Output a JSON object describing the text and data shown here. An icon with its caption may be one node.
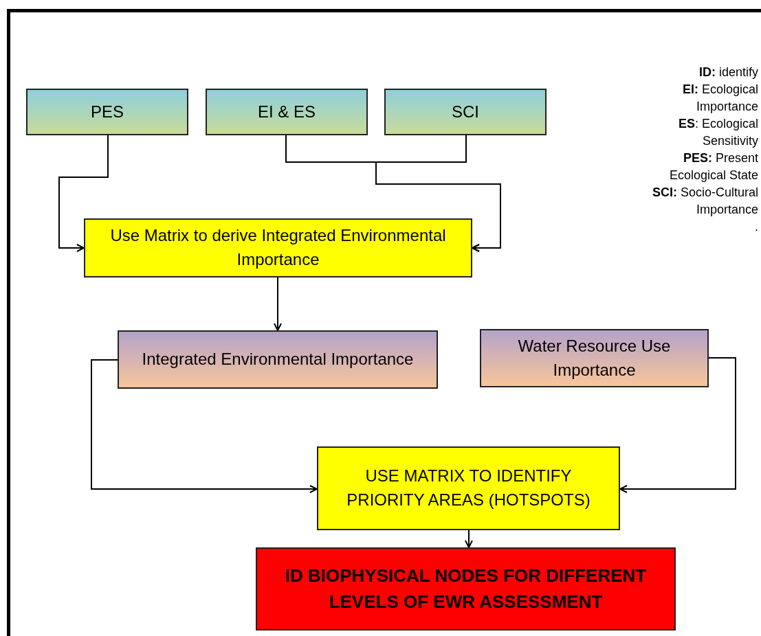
{
  "diagram": {
    "nodes": [
      {
        "text": [
          "PES"
        ]
      },
      {
        "text": [
          "EI & ES"
        ]
      },
      {
        "text": [
          "SCI"
        ]
      },
      {
        "text": [
          "Use Matrix to derive Integrated Environmental Importance"
        ]
      },
      {
        "text": [
          "Integrated Environmental Importance"
        ]
      },
      {
        "text": [
          "Water Resource Use Importance"
        ]
      },
      {
        "text": [
          "USE MATRIX TO IDENTIFY PRIORITY AREAS (HOTSPOTS)"
        ]
      },
      {
        "text": [
          "ID BIOPHYSICAL NODES FOR DIFFERENT LEVELS OF EWR ASSESSMENT"
        ]
      }
    ],
    "edges": [
      {
        "from": 0,
        "to": 3,
        "arrow": "to"
      },
      {
        "from": 1,
        "to": 3,
        "arrow": "to"
      },
      {
        "from": 2,
        "to": 3,
        "arrow": "to"
      },
      {
        "from": 3,
        "to": 4,
        "arrow": "to"
      },
      {
        "from": 4,
        "to": 6,
        "arrow": "to"
      },
      {
        "from": 5,
        "to": 6,
        "arrow": "to"
      },
      {
        "from": 6,
        "to": 7,
        "arrow": "to"
      }
    ],
    "labels": [
      "**ID:** identify",
      "**EI:** Ecological Importance",
      "**ES**: Ecological Sensitivity",
      "**PES:** Present Ecological State",
      "**SCI:** Socio-Cultural Importance",
      "."
    ]
  }
}
